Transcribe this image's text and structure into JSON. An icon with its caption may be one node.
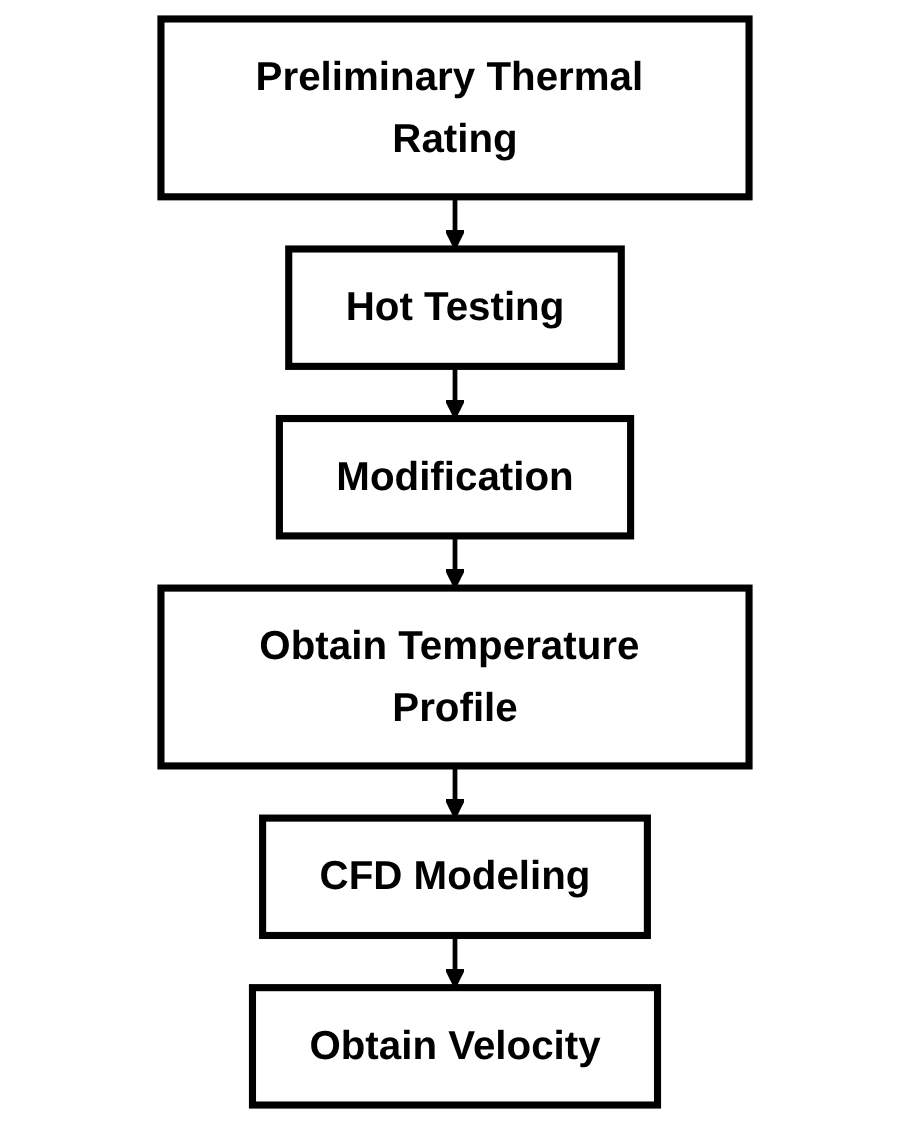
{
  "diagram": {
    "nodes": [
      {
        "text": [
          "Preliminary Thermal Rating"
        ]
      },
      {
        "text": [
          "Hot Testing"
        ]
      },
      {
        "text": [
          "Modification"
        ]
      },
      {
        "text": [
          "Obtain Temperature Profile"
        ]
      },
      {
        "text": [
          "CFD Modeling"
        ]
      },
      {
        "text": [
          "Obtain Velocity"
        ]
      }
    ],
    "edges": [
      {
        "from": 0,
        "to": 1,
        "arrow": "to"
      },
      {
        "from": 1,
        "to": 2,
        "arrow": "to"
      },
      {
        "from": 2,
        "to": 3,
        "arrow": "to"
      },
      {
        "from": 3,
        "to": 4,
        "arrow": "to"
      },
      {
        "from": 4,
        "to": 5,
        "arrow": "to"
      }
    ]
  }
}
